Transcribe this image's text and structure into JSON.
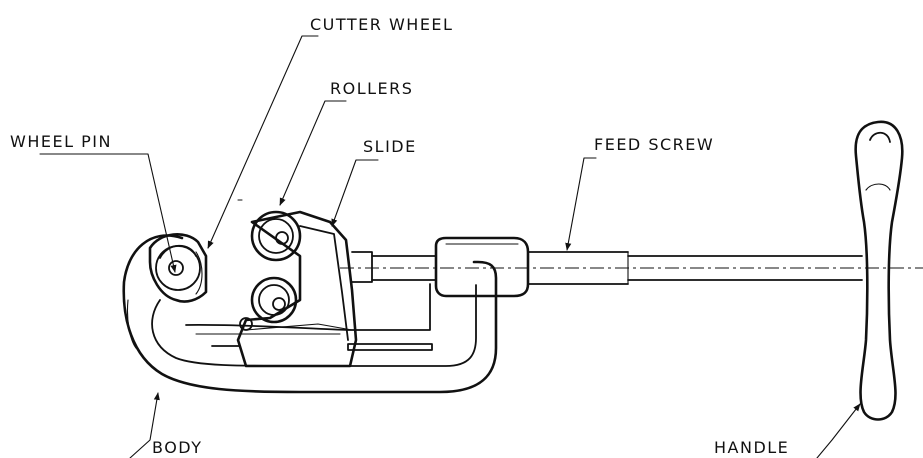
{
  "labels": {
    "cutter_wheel": "CUTTER WHEEL",
    "rollers": "ROLLERS",
    "wheel_pin": "WHEEL PIN",
    "slide": "SLIDE",
    "feed_screw": "FEED SCREW",
    "body": "BODY",
    "handle": "HANDLE"
  }
}
